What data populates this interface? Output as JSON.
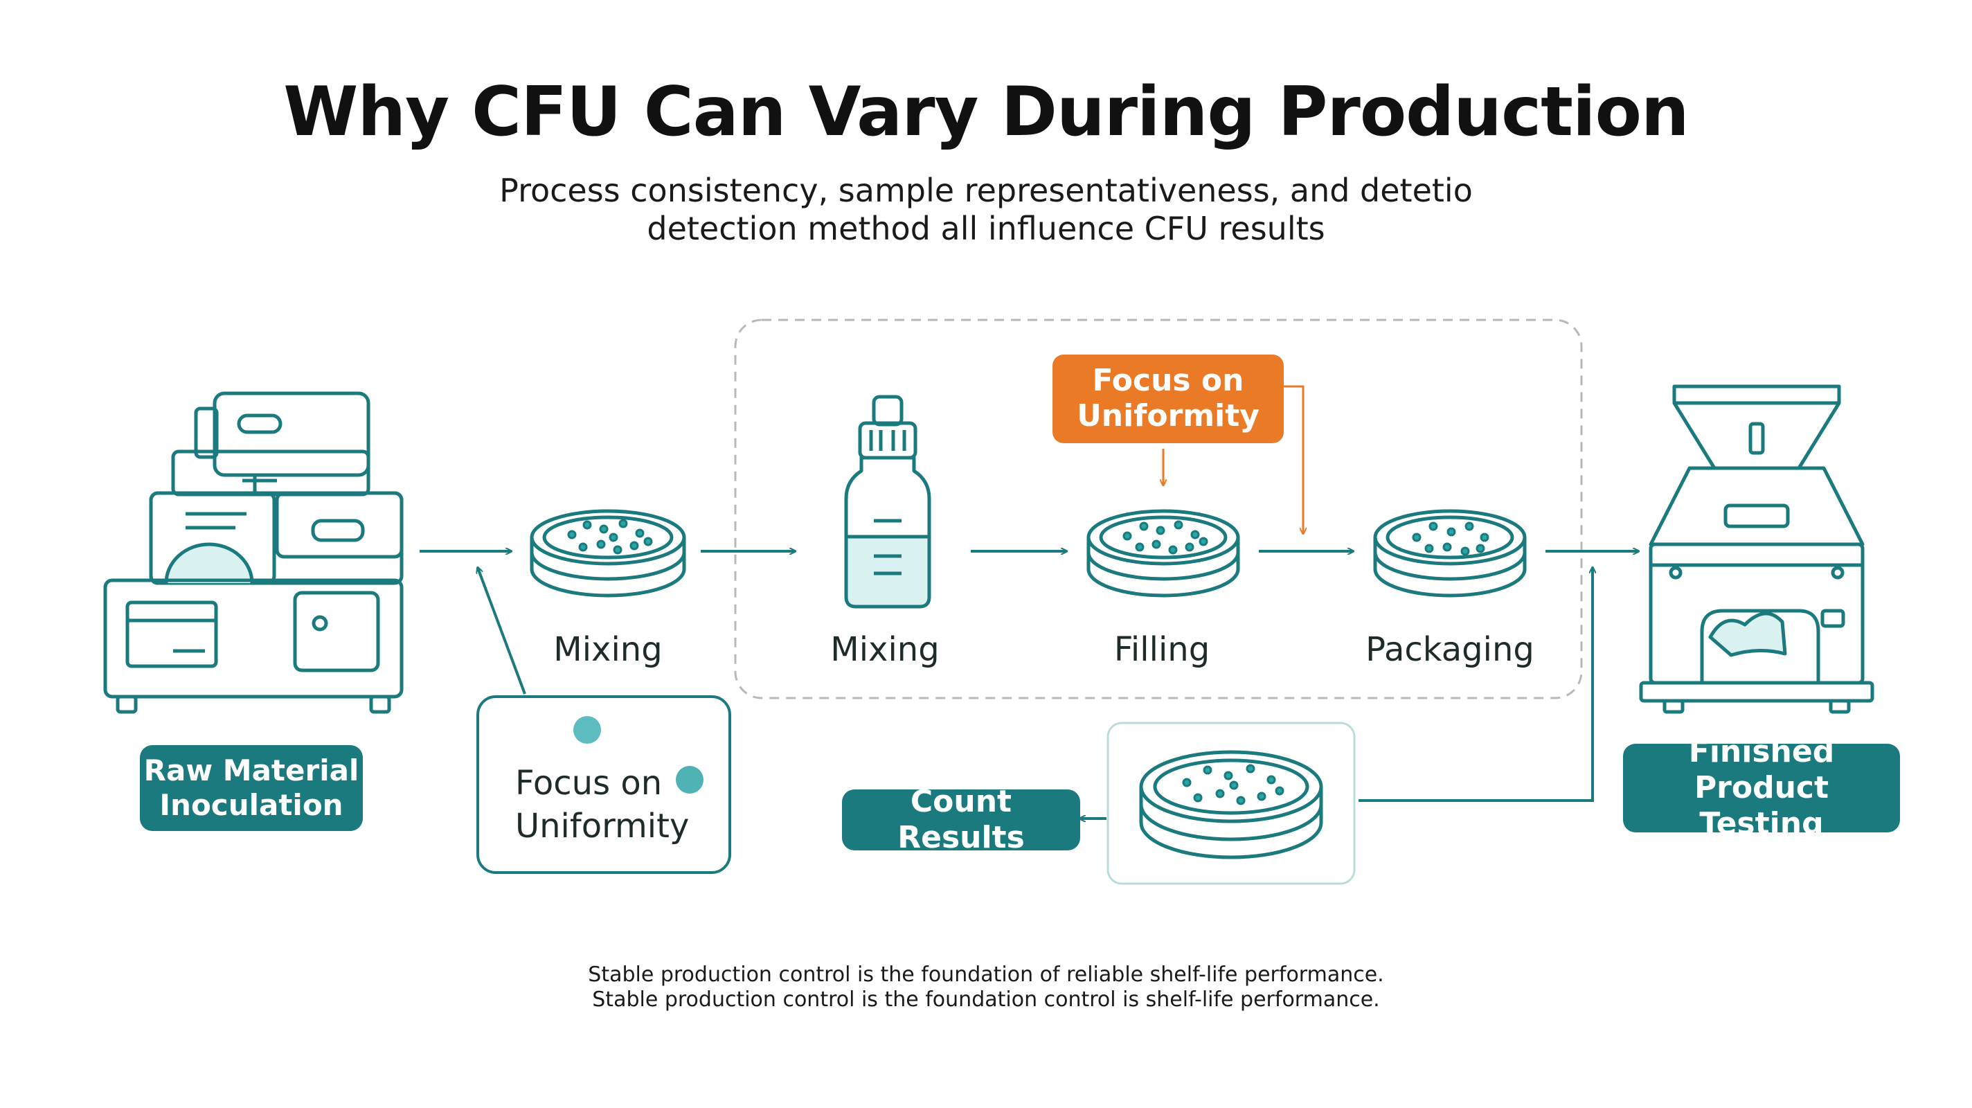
{
  "title": "Why CFU Can Vary During Production",
  "subtitle": {
    "line1": "Process consistency, sample representativeness, and detetio",
    "line2": "detection method all influence CFU results"
  },
  "steps": [
    {
      "label": "Mixing"
    },
    {
      "label": "Mixing"
    },
    {
      "label": "Filling"
    },
    {
      "label": "Packaging"
    }
  ],
  "callouts": {
    "raw_material": "Raw Material\nInoculation",
    "finished_product": "Finished Product\nTesting",
    "count_results": "Count Results",
    "focus_orange": "Focus on\nUniformity",
    "focus_note": "Focus on\nUniformity"
  },
  "footer": {
    "line1": "Stable production control is the foundation of reliable shelf-life performance.",
    "line2": "Stable production control is the foundation control is shelf-life performance."
  },
  "colors": {
    "teal": "#1a7a7d",
    "orange": "#ea7a26",
    "light_teal": "#d9f1f1",
    "dashed_border": "#b8b8b8"
  }
}
